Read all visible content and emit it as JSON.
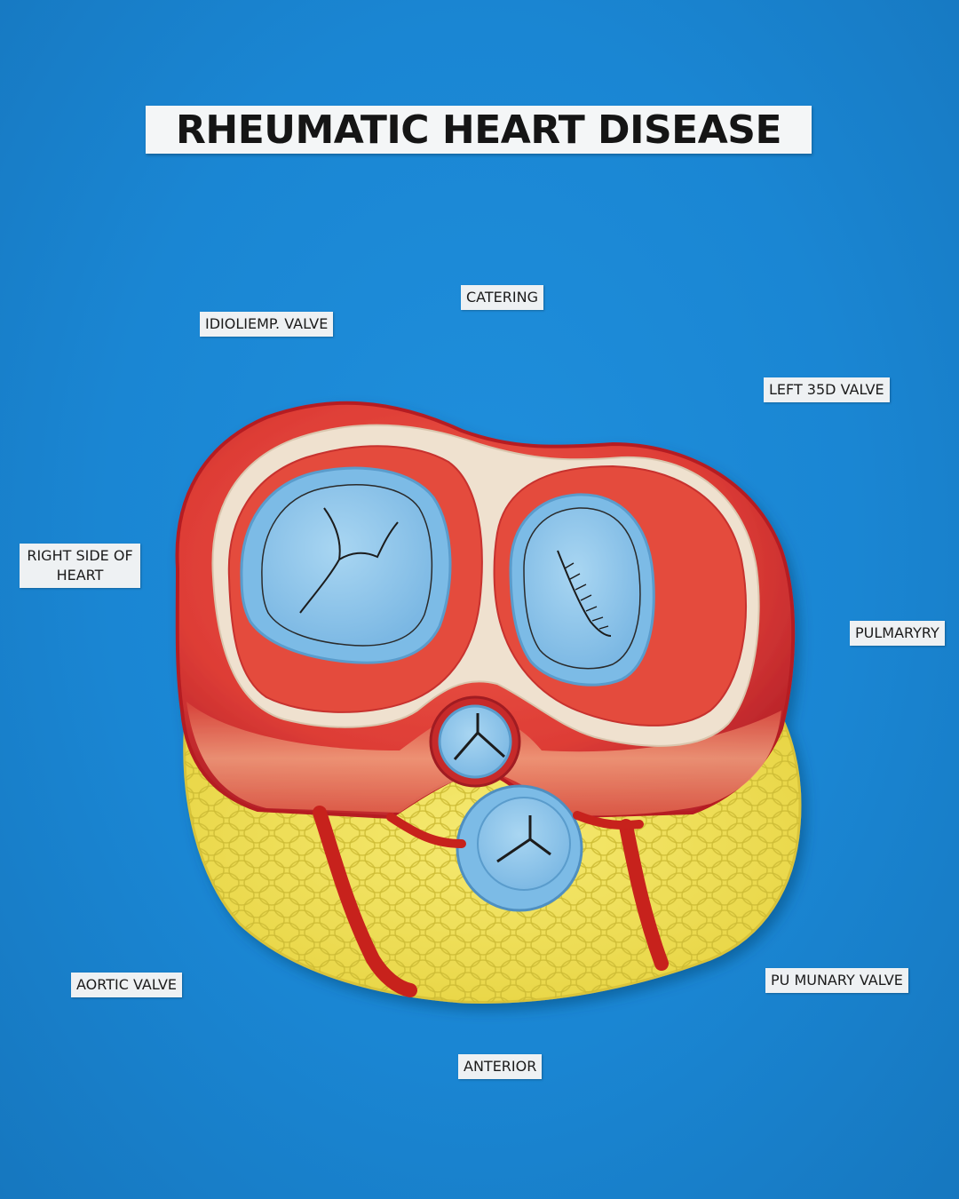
{
  "title": "RHEUMATIC HEART DISEASE",
  "labels": {
    "catering": "CATERING",
    "idioliemp_valve": "IDIOLIEMP. VALVE",
    "left_35d_valve": "LEFT 35D VALVE",
    "right_side_line1": "RIGHT SIDE OF",
    "right_side_line2": "HEART",
    "pulmaryry": "PULMARYRY",
    "aortic_valve": "AORTIC VALVE",
    "pu_munary_valve": "PU MUNARY  VALVE",
    "anterior": "ANTERIOR"
  },
  "colors": {
    "background": "#1a86d3",
    "myocardium": "#e0423a",
    "outer_wall": "#c92a2a",
    "fibrous_ring": "#efe1cf",
    "valve_blue": "#8fc6ea",
    "fat_yellow": "#f0e05a",
    "vessel_red": "#c7201f"
  }
}
